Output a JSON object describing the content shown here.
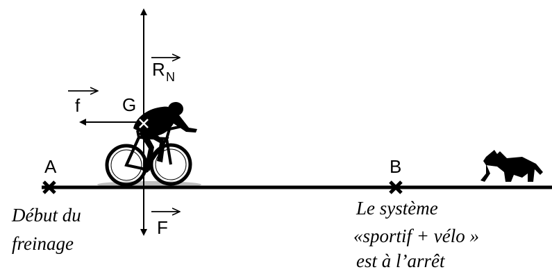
{
  "points": {
    "a": "A",
    "b": "B",
    "g": "G"
  },
  "vectors": {
    "normal_reaction": {
      "letter": "R",
      "subscript": "N"
    },
    "friction": {
      "letter": "f"
    },
    "weight": {
      "letter": "F"
    }
  },
  "captions": {
    "start": [
      "Début du",
      "freinage"
    ],
    "end": [
      "Le système",
      "«sportif + vélo »",
      "est à l’arrêt"
    ]
  },
  "pictures": {
    "cyclist": "cyclist-on-bicycle-silhouette",
    "animal": "running-dog-silhouette"
  },
  "colors": {
    "ink": "#000000",
    "background": "#ffffff"
  }
}
